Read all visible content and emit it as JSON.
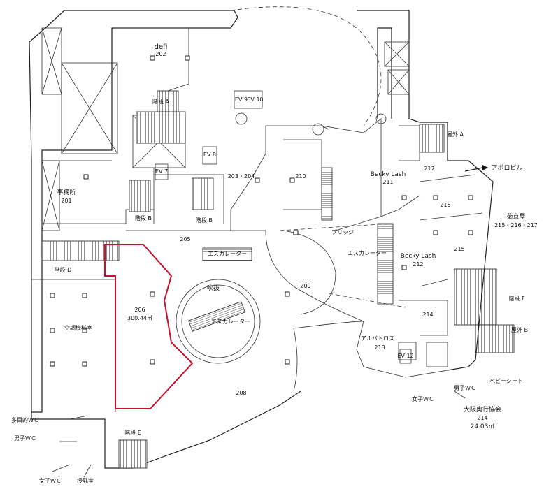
{
  "rooms": {
    "r202_name": "defi",
    "r202_num": "202",
    "r201_name": "事務所",
    "r201_num": "201",
    "r203": "203・204",
    "r210": "210",
    "r205": "205",
    "r206_num": "206",
    "r206_area": "300.44㎡",
    "r208": "208",
    "r209": "209",
    "machine_room": "空調機械室",
    "r211_name": "Becky Lash",
    "r211_num": "211",
    "r212_name": "Becky Lash",
    "r212_num": "212",
    "r213_name": "アルバトロス",
    "r213_num": "213",
    "r214_num": "214",
    "r215": "215",
    "r216": "216",
    "r217": "217",
    "assoc_name": "大阪奥行協会",
    "assoc_num": "214",
    "assoc_area": "24.03㎡",
    "kikuya_name": "菊京屋",
    "kikuya_num": "215・216・217"
  },
  "labels": {
    "stairs_a": "階段 A",
    "stairs_b": "階段 B",
    "stairs_d": "階段 D",
    "stairs_e": "階段 E",
    "stairs_f": "階段 F",
    "outdoor_a": "屋外 A",
    "outdoor_b": "屋外 B",
    "fukinuke": "吹抜",
    "escalator1": "エスカレーター",
    "escalator2": "エスカレーター",
    "escalator3": "エスカレーター",
    "to_apollo": "アポロビル",
    "bridge": "ブリッジ",
    "ev_7": "EV 7",
    "ev_8": "EV 8",
    "ev_12": "EV 12",
    "ev_9": "EV 9",
    "ev_10": "EV 10",
    "multi_wc": "多目的ＷＣ",
    "male_wc_left": "男子ＷＣ",
    "female_wc_left": "女子ＷＣ",
    "nursing": "授乳室",
    "female_wc_right": "女子ＷＣ",
    "male_wc_right": "男子ＷＣ",
    "baby_seat": "ベビーシート"
  },
  "colors": {
    "highlight": "#c8102e",
    "line": "#222222"
  }
}
